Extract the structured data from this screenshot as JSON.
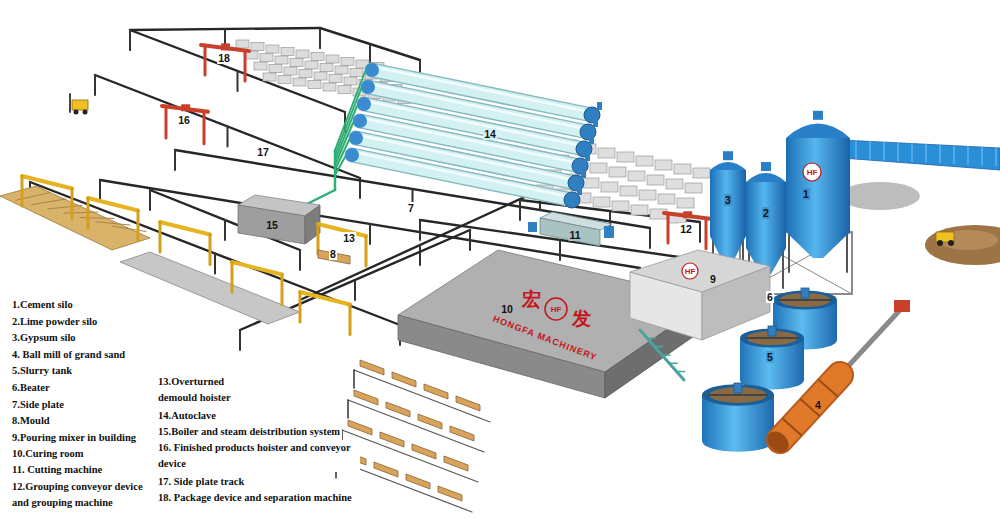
{
  "diagram": {
    "labels": [
      "18",
      "16",
      "14",
      "17",
      "HF",
      "1",
      "3",
      "7",
      "15",
      "2",
      "12",
      "11",
      "13",
      "8",
      "HF",
      "9",
      "6",
      "宏",
      "10",
      "HF",
      "发",
      "HONGFA MACHINERY",
      "5",
      "4",
      "1.Cement silo",
      "2.Lime powder silo",
      "3.Gypsum silo",
      "4. Ball mill of grand sand",
      "5.Slurry tank",
      "6.Beater",
      "7.Side plate",
      "8.Mould",
      "9.Pouring mixer in building",
      "10.Curing room",
      "11. Cutting machine",
      "12.Grouping conveyor device and grouping machine",
      "13.Overturned demould hoister",
      "14.Autoclave",
      "15.Boiler and steam deistribution system",
      "16. Finished products hoister and conveyor device",
      "17. Side plate track",
      "18. Package device and separation machine"
    ]
  }
}
